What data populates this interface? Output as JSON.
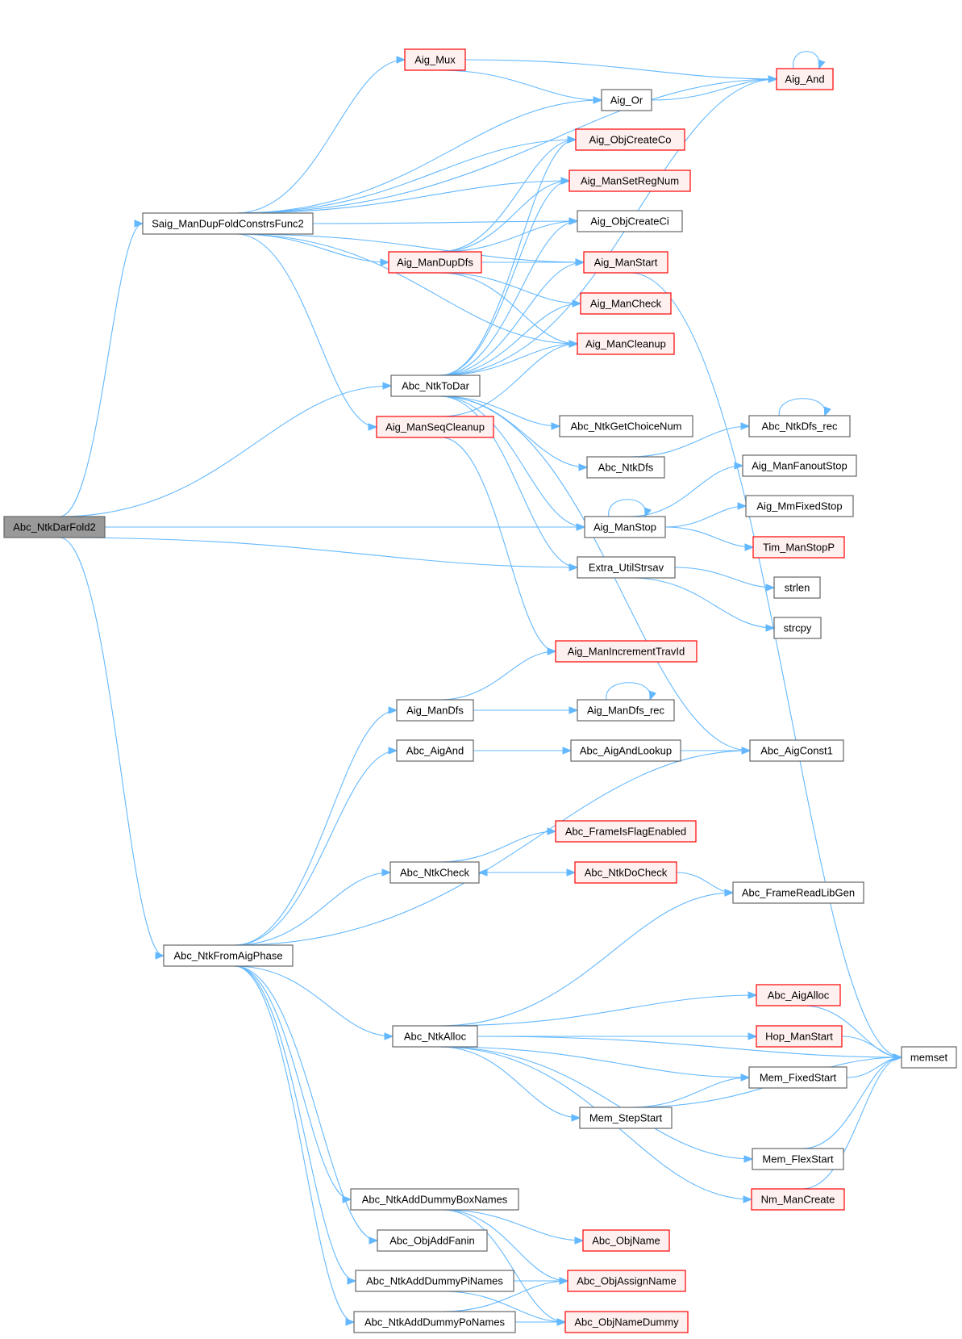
{
  "colors": {
    "edge": "#63b8ff",
    "root_fill": "#999999",
    "normal_stroke": "#666666",
    "highlight_stroke": "#ff0000",
    "highlight_fill": "#fff0f0"
  },
  "nodes": [
    {
      "id": "Abc_NtkDarFold2",
      "label": "Abc_NtkDarFold2",
      "style": "root"
    },
    {
      "id": "Saig_ManDupFoldConstrsFunc2",
      "label": "Saig_ManDupFoldConstrsFunc2",
      "style": "normal"
    },
    {
      "id": "Abc_NtkToDar",
      "label": "Abc_NtkToDar",
      "style": "normal"
    },
    {
      "id": "Abc_NtkFromAigPhase",
      "label": "Abc_NtkFromAigPhase",
      "style": "normal"
    },
    {
      "id": "Aig_Mux",
      "label": "Aig_Mux",
      "style": "red"
    },
    {
      "id": "Aig_And",
      "label": "Aig_And",
      "style": "red"
    },
    {
      "id": "Aig_Or",
      "label": "Aig_Or",
      "style": "normal"
    },
    {
      "id": "Aig_ObjCreateCo",
      "label": "Aig_ObjCreateCo",
      "style": "red"
    },
    {
      "id": "Aig_ManSetRegNum",
      "label": "Aig_ManSetRegNum",
      "style": "red"
    },
    {
      "id": "Aig_ObjCreateCi",
      "label": "Aig_ObjCreateCi",
      "style": "normal"
    },
    {
      "id": "Aig_ManDupDfs",
      "label": "Aig_ManDupDfs",
      "style": "red"
    },
    {
      "id": "Aig_ManStart",
      "label": "Aig_ManStart",
      "style": "red"
    },
    {
      "id": "Aig_ManCheck",
      "label": "Aig_ManCheck",
      "style": "red"
    },
    {
      "id": "Aig_ManCleanup",
      "label": "Aig_ManCleanup",
      "style": "red"
    },
    {
      "id": "Aig_ManSeqCleanup",
      "label": "Aig_ManSeqCleanup",
      "style": "red"
    },
    {
      "id": "Abc_NtkGetChoiceNum",
      "label": "Abc_NtkGetChoiceNum",
      "style": "normal"
    },
    {
      "id": "Abc_NtkDfs_rec",
      "label": "Abc_NtkDfs_rec",
      "style": "normal"
    },
    {
      "id": "Abc_NtkDfs",
      "label": "Abc_NtkDfs",
      "style": "normal"
    },
    {
      "id": "Aig_ManFanoutStop",
      "label": "Aig_ManFanoutStop",
      "style": "normal"
    },
    {
      "id": "Aig_MmFixedStop",
      "label": "Aig_MmFixedStop",
      "style": "normal"
    },
    {
      "id": "Aig_ManStop",
      "label": "Aig_ManStop",
      "style": "normal"
    },
    {
      "id": "Tim_ManStopP",
      "label": "Tim_ManStopP",
      "style": "red"
    },
    {
      "id": "Extra_UtilStrsav",
      "label": "Extra_UtilStrsav",
      "style": "normal"
    },
    {
      "id": "strlen",
      "label": "strlen",
      "style": "normal"
    },
    {
      "id": "strcpy",
      "label": "strcpy",
      "style": "normal"
    },
    {
      "id": "Aig_ManIncrementTravId",
      "label": "Aig_ManIncrementTravId",
      "style": "red"
    },
    {
      "id": "Aig_ManDfs",
      "label": "Aig_ManDfs",
      "style": "normal"
    },
    {
      "id": "Aig_ManDfs_rec",
      "label": "Aig_ManDfs_rec",
      "style": "normal"
    },
    {
      "id": "Abc_AigAnd",
      "label": "Abc_AigAnd",
      "style": "normal"
    },
    {
      "id": "Abc_AigAndLookup",
      "label": "Abc_AigAndLookup",
      "style": "normal"
    },
    {
      "id": "Abc_AigConst1",
      "label": "Abc_AigConst1",
      "style": "normal"
    },
    {
      "id": "Abc_FrameIsFlagEnabled",
      "label": "Abc_FrameIsFlagEnabled",
      "style": "red"
    },
    {
      "id": "Abc_NtkCheck",
      "label": "Abc_NtkCheck",
      "style": "normal"
    },
    {
      "id": "Abc_NtkDoCheck",
      "label": "Abc_NtkDoCheck",
      "style": "red"
    },
    {
      "id": "Abc_FrameReadLibGen",
      "label": "Abc_FrameReadLibGen",
      "style": "normal"
    },
    {
      "id": "Abc_AigAlloc",
      "label": "Abc_AigAlloc",
      "style": "red"
    },
    {
      "id": "Hop_ManStart",
      "label": "Hop_ManStart",
      "style": "red"
    },
    {
      "id": "Abc_NtkAlloc",
      "label": "Abc_NtkAlloc",
      "style": "normal"
    },
    {
      "id": "memset",
      "label": "memset",
      "style": "normal"
    },
    {
      "id": "Mem_FixedStart",
      "label": "Mem_FixedStart",
      "style": "normal"
    },
    {
      "id": "Mem_StepStart",
      "label": "Mem_StepStart",
      "style": "normal"
    },
    {
      "id": "Mem_FlexStart",
      "label": "Mem_FlexStart",
      "style": "normal"
    },
    {
      "id": "Nm_ManCreate",
      "label": "Nm_ManCreate",
      "style": "red"
    },
    {
      "id": "Abc_NtkAddDummyBoxNames",
      "label": "Abc_NtkAddDummyBoxNames",
      "style": "normal"
    },
    {
      "id": "Abc_ObjName",
      "label": "Abc_ObjName",
      "style": "red"
    },
    {
      "id": "Abc_ObjAddFanin",
      "label": "Abc_ObjAddFanin",
      "style": "normal"
    },
    {
      "id": "Abc_NtkAddDummyPiNames",
      "label": "Abc_NtkAddDummyPiNames",
      "style": "normal"
    },
    {
      "id": "Abc_ObjAssignName",
      "label": "Abc_ObjAssignName",
      "style": "red"
    },
    {
      "id": "Abc_NtkAddDummyPoNames",
      "label": "Abc_NtkAddDummyPoNames",
      "style": "normal"
    },
    {
      "id": "Abc_ObjNameDummy",
      "label": "Abc_ObjNameDummy",
      "style": "red"
    }
  ],
  "edges": [
    [
      "Abc_NtkDarFold2",
      "Saig_ManDupFoldConstrsFunc2"
    ],
    [
      "Abc_NtkDarFold2",
      "Abc_NtkToDar"
    ],
    [
      "Abc_NtkDarFold2",
      "Aig_ManStop"
    ],
    [
      "Abc_NtkDarFold2",
      "Extra_UtilStrsav"
    ],
    [
      "Abc_NtkDarFold2",
      "Abc_NtkFromAigPhase"
    ],
    [
      "Saig_ManDupFoldConstrsFunc2",
      "Aig_Mux"
    ],
    [
      "Saig_ManDupFoldConstrsFunc2",
      "Aig_And"
    ],
    [
      "Saig_ManDupFoldConstrsFunc2",
      "Aig_Or"
    ],
    [
      "Saig_ManDupFoldConstrsFunc2",
      "Aig_ObjCreateCo"
    ],
    [
      "Saig_ManDupFoldConstrsFunc2",
      "Aig_ManSetRegNum"
    ],
    [
      "Saig_ManDupFoldConstrsFunc2",
      "Aig_ObjCreateCi"
    ],
    [
      "Saig_ManDupFoldConstrsFunc2",
      "Aig_ManDupDfs"
    ],
    [
      "Saig_ManDupFoldConstrsFunc2",
      "Aig_ManStart"
    ],
    [
      "Saig_ManDupFoldConstrsFunc2",
      "Aig_ManCleanup"
    ],
    [
      "Saig_ManDupFoldConstrsFunc2",
      "Aig_ManSeqCleanup"
    ],
    [
      "Aig_Mux",
      "Aig_And"
    ],
    [
      "Aig_Mux",
      "Aig_Or"
    ],
    [
      "Aig_Or",
      "Aig_And"
    ],
    [
      "Aig_And",
      "Aig_And"
    ],
    [
      "Aig_ManDupDfs",
      "Aig_ObjCreateCo"
    ],
    [
      "Aig_ManDupDfs",
      "Aig_ManSetRegNum"
    ],
    [
      "Aig_ManDupDfs",
      "Aig_ObjCreateCi"
    ],
    [
      "Aig_ManDupDfs",
      "Aig_ManStart"
    ],
    [
      "Aig_ManDupDfs",
      "Aig_ManCheck"
    ],
    [
      "Aig_ManDupDfs",
      "Aig_ManCleanup"
    ],
    [
      "Aig_ManStart",
      "memset"
    ],
    [
      "Aig_ManSeqCleanup",
      "Aig_ManCleanup"
    ],
    [
      "Aig_ManSeqCleanup",
      "Aig_ManIncrementTravId"
    ],
    [
      "Abc_NtkToDar",
      "Aig_ObjCreateCo"
    ],
    [
      "Abc_NtkToDar",
      "Aig_ManSetRegNum"
    ],
    [
      "Abc_NtkToDar",
      "Aig_ObjCreateCi"
    ],
    [
      "Abc_NtkToDar",
      "Aig_ManStart"
    ],
    [
      "Abc_NtkToDar",
      "Aig_ManCheck"
    ],
    [
      "Abc_NtkToDar",
      "Aig_ManCleanup"
    ],
    [
      "Abc_NtkToDar",
      "Aig_And"
    ],
    [
      "Abc_NtkToDar",
      "Abc_NtkGetChoiceNum"
    ],
    [
      "Abc_NtkToDar",
      "Abc_NtkDfs"
    ],
    [
      "Abc_NtkToDar",
      "Aig_ManStop"
    ],
    [
      "Abc_NtkToDar",
      "Extra_UtilStrsav"
    ],
    [
      "Abc_NtkToDar",
      "Abc_AigConst1"
    ],
    [
      "Abc_NtkDfs",
      "Abc_NtkDfs_rec"
    ],
    [
      "Abc_NtkDfs_rec",
      "Abc_NtkDfs_rec"
    ],
    [
      "Aig_ManStop",
      "Aig_ManStop"
    ],
    [
      "Aig_ManStop",
      "Aig_ManFanoutStop"
    ],
    [
      "Aig_ManStop",
      "Aig_MmFixedStop"
    ],
    [
      "Aig_ManStop",
      "Tim_ManStopP"
    ],
    [
      "Extra_UtilStrsav",
      "strlen"
    ],
    [
      "Extra_UtilStrsav",
      "strcpy"
    ],
    [
      "Abc_NtkFromAigPhase",
      "Aig_ManDfs"
    ],
    [
      "Abc_NtkFromAigPhase",
      "Abc_AigAnd"
    ],
    [
      "Abc_NtkFromAigPhase",
      "Abc_AigConst1"
    ],
    [
      "Abc_NtkFromAigPhase",
      "Abc_NtkCheck"
    ],
    [
      "Abc_NtkFromAigPhase",
      "Abc_NtkAlloc"
    ],
    [
      "Abc_NtkFromAigPhase",
      "Abc_NtkAddDummyBoxNames"
    ],
    [
      "Abc_NtkFromAigPhase",
      "Abc_ObjAddFanin"
    ],
    [
      "Abc_NtkFromAigPhase",
      "Abc_NtkAddDummyPiNames"
    ],
    [
      "Abc_NtkFromAigPhase",
      "Abc_NtkAddDummyPoNames"
    ],
    [
      "Aig_ManDfs",
      "Aig_ManIncrementTravId"
    ],
    [
      "Aig_ManDfs",
      "Aig_ManDfs_rec"
    ],
    [
      "Aig_ManDfs_rec",
      "Aig_ManDfs_rec"
    ],
    [
      "Abc_AigAnd",
      "Abc_AigAndLookup"
    ],
    [
      "Abc_AigAndLookup",
      "Abc_AigConst1"
    ],
    [
      "Abc_NtkCheck",
      "Abc_FrameIsFlagEnabled"
    ],
    [
      "Abc_NtkCheck",
      "Abc_NtkDoCheck"
    ],
    [
      "Abc_NtkDoCheck",
      "Abc_NtkCheck"
    ],
    [
      "Abc_NtkDoCheck",
      "Abc_FrameReadLibGen"
    ],
    [
      "Abc_NtkAlloc",
      "Abc_FrameReadLibGen"
    ],
    [
      "Abc_NtkAlloc",
      "memset"
    ],
    [
      "Abc_NtkAlloc",
      "Abc_AigAlloc"
    ],
    [
      "Abc_NtkAlloc",
      "Hop_ManStart"
    ],
    [
      "Abc_NtkAlloc",
      "Mem_FixedStart"
    ],
    [
      "Abc_NtkAlloc",
      "Mem_StepStart"
    ],
    [
      "Abc_NtkAlloc",
      "Mem_FlexStart"
    ],
    [
      "Abc_NtkAlloc",
      "Nm_ManCreate"
    ],
    [
      "Abc_AigAlloc",
      "memset"
    ],
    [
      "Hop_ManStart",
      "memset"
    ],
    [
      "Mem_FixedStart",
      "memset"
    ],
    [
      "Mem_StepStart",
      "Mem_FixedStart"
    ],
    [
      "Mem_StepStart",
      "memset"
    ],
    [
      "Mem_FlexStart",
      "memset"
    ],
    [
      "Nm_ManCreate",
      "memset"
    ],
    [
      "Abc_NtkAddDummyBoxNames",
      "Abc_ObjName"
    ],
    [
      "Abc_NtkAddDummyBoxNames",
      "Abc_ObjAssignName"
    ],
    [
      "Abc_NtkAddDummyBoxNames",
      "Abc_ObjNameDummy"
    ],
    [
      "Abc_NtkAddDummyPiNames",
      "Abc_ObjAssignName"
    ],
    [
      "Abc_NtkAddDummyPiNames",
      "Abc_ObjNameDummy"
    ],
    [
      "Abc_NtkAddDummyPoNames",
      "Abc_ObjAssignName"
    ],
    [
      "Abc_NtkAddDummyPoNames",
      "Abc_ObjNameDummy"
    ]
  ]
}
